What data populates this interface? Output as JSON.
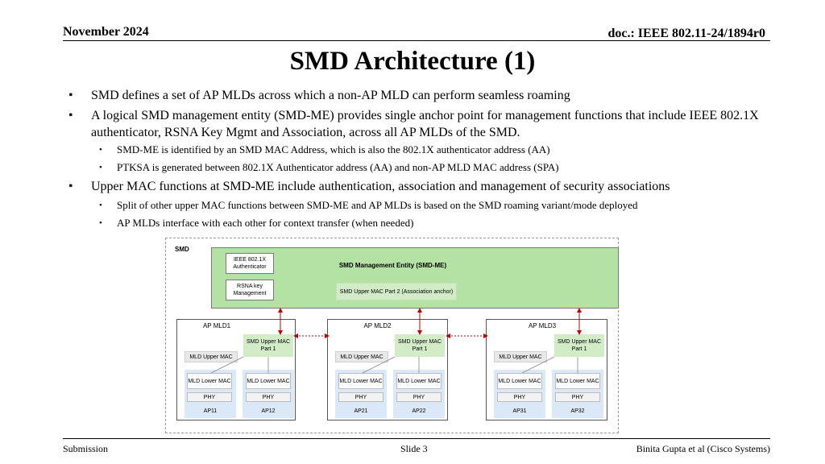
{
  "header": {
    "date": "November 2024",
    "doc": "doc.: IEEE 802.11-24/1894r0"
  },
  "title": "SMD Architecture (1)",
  "bullets": [
    "SMD defines a set of AP MLDs across which a non-AP MLD can perform seamless roaming",
    "A logical SMD management entity (SMD-ME) provides single anchor point for management functions that include IEEE 802.1X authenticator, RSNA Key Mgmt and Association, across all AP MLDs of the SMD.",
    "Upper MAC functions at SMD-ME include authentication, association and management of security associations"
  ],
  "sub_bullets_1": [
    "SMD-ME is identified by an SMD MAC Address, which is also the 802.1X authenticator address (AA)",
    "PTKSA is generated between 802.1X Authenticator address (AA) and non-AP MLD MAC address (SPA)"
  ],
  "sub_bullets_2": [
    "Split of other upper MAC functions between SMD-ME and AP MLDs is based on the SMD roaming variant/mode deployed",
    "AP MLDs interface with each other for context transfer (when needed)"
  ],
  "diagram": {
    "smd_label": "SMD",
    "me_title": "SMD Management Entity (SMD-ME)",
    "authenticator": "IEEE 802.1X Authenticator",
    "rsna": "RSNA key Management",
    "upper_mac_part2": "SMD Upper MAC Part 2 (Association anchor)",
    "mlds": [
      {
        "name": "AP MLD1",
        "upper_part1": "SMD Upper MAC Part 1",
        "mld_upper": "MLD  Upper MAC",
        "lower_a": "MLD Lower MAC",
        "lower_b": "MLD Lower MAC",
        "phy_a": "PHY",
        "phy_b": "PHY",
        "ap_a": "AP11",
        "ap_b": "AP12"
      },
      {
        "name": "AP MLD2",
        "upper_part1": "SMD Upper MAC Part 1",
        "mld_upper": "MLD  Upper MAC",
        "lower_a": "MLD Lower MAC",
        "lower_b": "MLD Lower MAC",
        "phy_a": "PHY",
        "phy_b": "PHY",
        "ap_a": "AP21",
        "ap_b": "AP22"
      },
      {
        "name": "AP MLD3",
        "upper_part1": "SMD Upper MAC Part 1",
        "mld_upper": "MLD  Upper MAC",
        "lower_a": "MLD Lower MAC",
        "lower_b": "MLD Lower MAC",
        "phy_a": "PHY",
        "phy_b": "PHY",
        "ap_a": "AP31",
        "ap_b": "AP32"
      }
    ],
    "colors": {
      "me_fill": "#b4e2a4",
      "upper_fill": "#d3ecc8",
      "ap_fill": "#dbe8f7",
      "arrow": "#c00000"
    }
  },
  "footer": {
    "left": "Submission",
    "center": "Slide 3",
    "right": "Binita Gupta et al (Cisco Systems)"
  }
}
